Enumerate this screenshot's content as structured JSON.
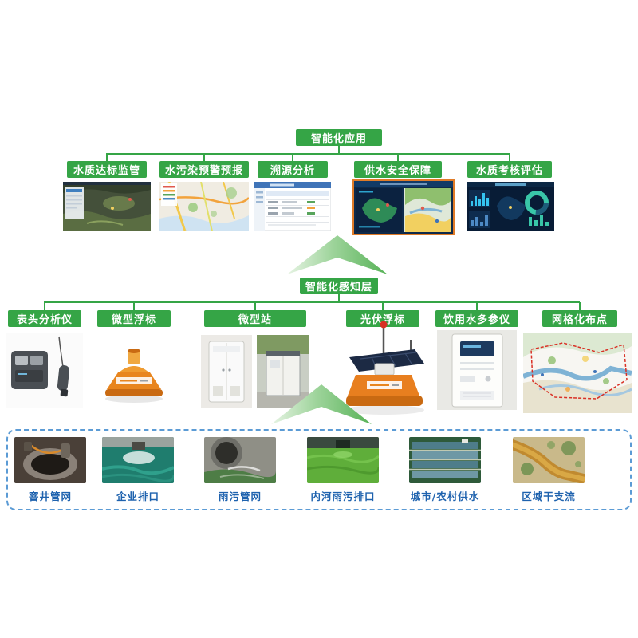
{
  "colors": {
    "accent_green": "#35a546",
    "label_blue": "#1e62ae",
    "dashed_border_blue": "#5b9bd5",
    "highlight_orange": "#e07b28"
  },
  "app_layer": {
    "title": "智能化应用",
    "items": [
      {
        "label": "水质达标监管",
        "image": "satellite-map"
      },
      {
        "label": "水污染预警预报",
        "image": "city-map"
      },
      {
        "label": "溯源分析",
        "image": "analysis-table"
      },
      {
        "label": "供水安全保障",
        "image": "supply-dashboard"
      },
      {
        "label": "水质考核评估",
        "image": "assessment-dashboard"
      }
    ]
  },
  "perception_layer": {
    "title": "智能化感知层",
    "items": [
      {
        "label": "表头分析仪",
        "image": "probe-analyzer"
      },
      {
        "label": "微型浮标",
        "image": "micro-buoy"
      },
      {
        "label": "微型站",
        "image": "micro-station"
      },
      {
        "label": "光伏浮标",
        "image": "solar-buoy"
      },
      {
        "label": "饮用水多参仪",
        "image": "drinking-water-analyzer"
      },
      {
        "label": "网格化布点",
        "image": "grid-map"
      }
    ]
  },
  "source_layer": {
    "items": [
      {
        "label": "窨井管网",
        "image": "manhole-network"
      },
      {
        "label": "企业排口",
        "image": "enterprise-outlet"
      },
      {
        "label": "雨污管网",
        "image": "rain-sewage-network"
      },
      {
        "label": "内河雨污排口",
        "image": "river-rain-sewage-outlet"
      },
      {
        "label": "城市/农村供水",
        "image": "urban-rural-water-supply"
      },
      {
        "label": "区域干支流",
        "image": "regional-main-tributaries"
      }
    ]
  }
}
